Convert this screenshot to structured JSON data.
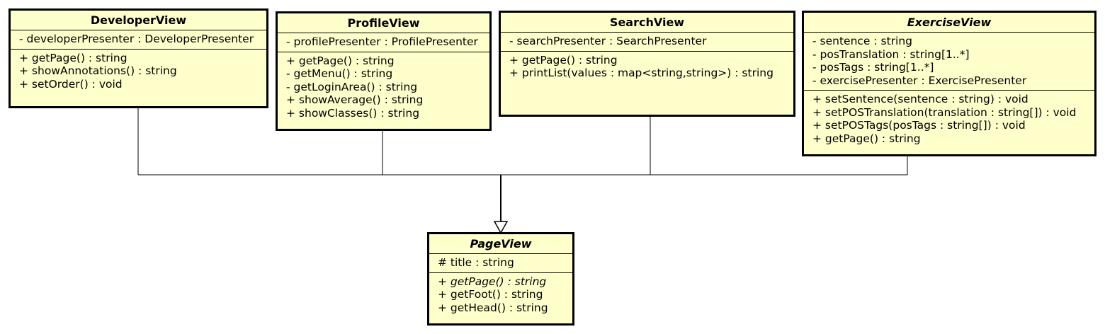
{
  "classes": {
    "developer_view": {
      "name": "DeveloperView",
      "attributes": [
        "- developerPresenter : DeveloperPresenter"
      ],
      "operations": [
        "+ getPage() : string",
        "+ showAnnotations() : string",
        "+ setOrder() : void"
      ]
    },
    "profile_view": {
      "name": "ProfileView",
      "attributes": [
        "- profilePresenter : ProfilePresenter"
      ],
      "operations": [
        "+ getPage() : string",
        "- getMenu() : string",
        "- getLoginArea() : string",
        "+ showAverage() : string",
        "+ showClasses() : string"
      ]
    },
    "search_view": {
      "name": "SearchView",
      "attributes": [
        "- searchPresenter : SearchPresenter"
      ],
      "operations": [
        "+ getPage() : string",
        "+ printList(values : map<string,string>) : string"
      ]
    },
    "exercise_view": {
      "name": "ExerciseView",
      "abstract": true,
      "attributes": [
        "- sentence : string",
        "- posTranslation : string[1..*]",
        "- posTags : string[1..*]",
        "- exercisePresenter : ExercisePresenter"
      ],
      "operations": [
        "+ setSentence(sentence : string) : void",
        "+ setPOSTranslation(translation : string[]) : void",
        "+ setPOSTags(posTags : string[]) : void",
        "+ getPage() : string"
      ]
    },
    "page_view": {
      "name": "PageView",
      "abstract": true,
      "attributes": [
        "# title : string"
      ],
      "operations": [
        "+ getPage() : string",
        "+ getFoot() : string",
        "+ getHead() : string"
      ],
      "abstract_operations": [
        true,
        false,
        false
      ]
    }
  },
  "relationships": [
    {
      "type": "generalization",
      "from": "DeveloperView",
      "to": "PageView"
    },
    {
      "type": "generalization",
      "from": "ProfileView",
      "to": "PageView"
    },
    {
      "type": "generalization",
      "from": "SearchView",
      "to": "PageView"
    },
    {
      "type": "generalization",
      "from": "ExerciseView",
      "to": "PageView"
    }
  ],
  "colors": {
    "class_fill": "#ffffcc",
    "border": "#000000",
    "line": "#000000"
  }
}
